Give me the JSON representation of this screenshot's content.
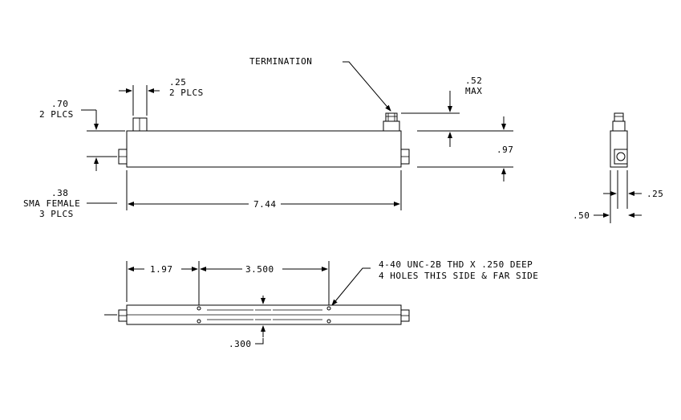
{
  "callouts": {
    "termination": "TERMINATION",
    "connector_width": ".25",
    "connector_width_qty": "2 PLCS",
    "connector_height": ".70",
    "connector_height_qty": "2 PLCS",
    "termination_height": ".52",
    "termination_height_note": "MAX",
    "body_height": ".97",
    "sma_offset": ".38",
    "sma_type": "SMA FEMALE",
    "sma_qty": "3 PLCS",
    "overall_length": "7.44",
    "end_view_offset": ".25",
    "end_view_width": ".50",
    "hole_offset": "1.97",
    "hole_spacing": "3.500",
    "thread_spec": "4-40 UNC-2B THD X .250 DEEP",
    "hole_note": "4 HOLES THIS SIDE & FAR SIDE",
    "hole_vertical": ".300"
  }
}
